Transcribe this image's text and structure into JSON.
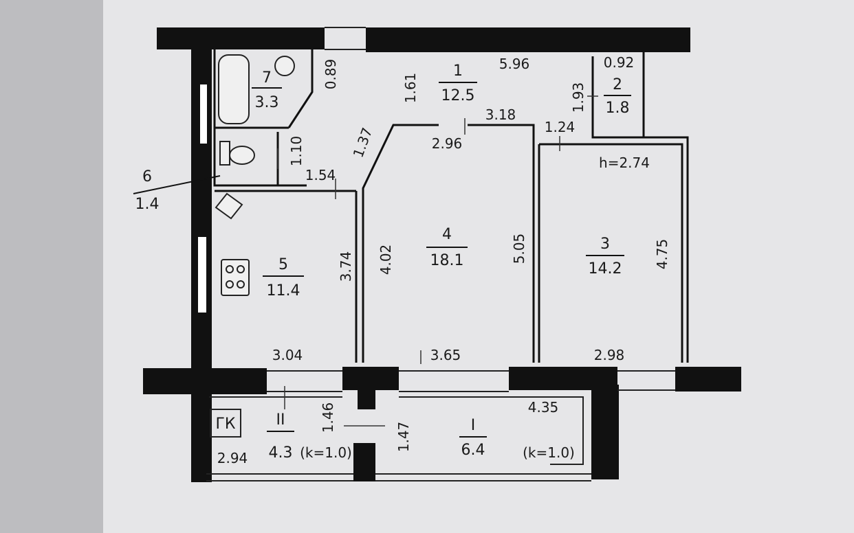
{
  "rooms": {
    "r1": {
      "num": "1",
      "area": "12.5"
    },
    "r2": {
      "num": "2",
      "area": "1.8"
    },
    "r3": {
      "num": "3",
      "area": "14.2"
    },
    "r4": {
      "num": "4",
      "area": "18.1"
    },
    "r5": {
      "num": "5",
      "area": "11.4"
    },
    "r6": {
      "num": "6",
      "area": "1.4"
    },
    "r7": {
      "num": "7",
      "area": "3.3"
    },
    "loggia1": {
      "num": "I",
      "area": "6.4",
      "coef": "(k=1.0)"
    },
    "loggia2": {
      "num": "II",
      "area": "4.3",
      "coef": "(k=1.0)"
    }
  },
  "dimensions": {
    "d596": "5.96",
    "d092": "0.92",
    "d089": "0.89",
    "d161": "1.61",
    "d193": "1.93",
    "d318": "3.18",
    "d124": "1.24",
    "d137": "1.37",
    "d296": "2.96",
    "d110": "1.10",
    "d154": "1.54",
    "d374": "3.74",
    "d402": "4.02",
    "d505": "5.05",
    "d475": "4.75",
    "d304": "3.04",
    "d365": "3.65",
    "d298": "2.98",
    "d146": "1.46",
    "d147": "1.47",
    "d435": "4.35",
    "d294": "2.94"
  },
  "ceiling_height": "h=2.74",
  "gk_label": "ГК"
}
